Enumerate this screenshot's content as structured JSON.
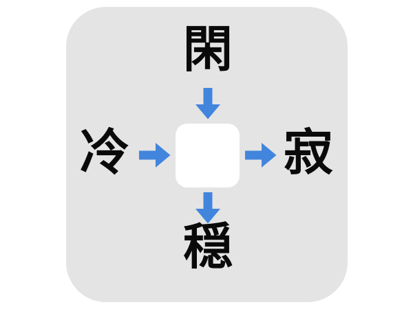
{
  "diagram": {
    "title": "kanji-association-diagram",
    "panel_color": "#e4e4e4",
    "page_background": "#ffffff",
    "center_color": "#ffffff",
    "arrow_color": "#4285dc",
    "glyph_color": "#0a0a0a",
    "center": {
      "label": "",
      "name": "center-answer-box",
      "note": "empty white rounded square"
    },
    "nodes": [
      {
        "position": "top",
        "character": "閑",
        "name": "kanji-top"
      },
      {
        "position": "left",
        "character": "冷",
        "name": "kanji-left"
      },
      {
        "position": "right",
        "character": "寂",
        "name": "kanji-right"
      },
      {
        "position": "bottom",
        "character": "穏",
        "name": "kanji-bottom"
      }
    ],
    "arrows": [
      {
        "name": "arrow-down-top",
        "icon": "arrow-down-icon",
        "direction": "down",
        "from": "閑",
        "to": "center"
      },
      {
        "name": "arrow-right-left",
        "icon": "arrow-right-icon",
        "direction": "right",
        "from": "冷",
        "to": "center"
      },
      {
        "name": "arrow-right-right",
        "icon": "arrow-right-icon",
        "direction": "right",
        "from": "center",
        "to": "寂"
      },
      {
        "name": "arrow-down-bottom",
        "icon": "arrow-down-icon",
        "direction": "down",
        "from": "center",
        "to": "穏"
      }
    ]
  }
}
